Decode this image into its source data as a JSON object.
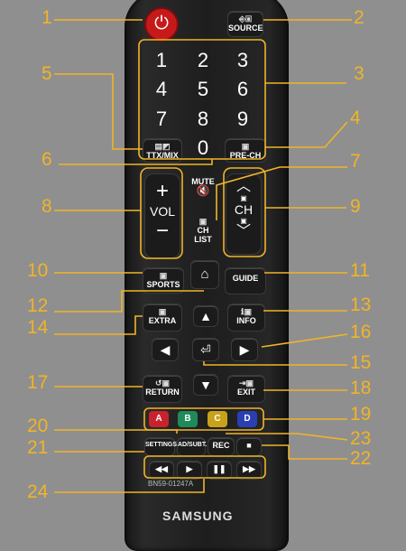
{
  "remote": {
    "brand": "SAMSUNG",
    "model": "BN59-01247A",
    "power_icon": "⏻",
    "digits": [
      "1",
      "2",
      "3",
      "4",
      "5",
      "6",
      "7",
      "8",
      "9",
      "0"
    ],
    "source_label": "SOURCE",
    "ttx_label": "TTX/MIX",
    "prech_label": "PRE-CH",
    "mute_label": "MUTE",
    "vol_label": "VOL",
    "ch_label": "CH",
    "chlist_label": "CH LIST",
    "sports_label": "SPORTS",
    "guide_label": "GUIDE",
    "extra_label": "EXTRA",
    "info_label": "INFO",
    "return_label": "RETURN",
    "exit_label": "EXIT",
    "settings_label": "SETTINGS",
    "adsubt_label": "AD/SUBT.",
    "rec_label": "REC",
    "color_buttons": [
      "A",
      "B",
      "C",
      "D"
    ]
  },
  "callouts": [
    "1",
    "2",
    "3",
    "4",
    "5",
    "6",
    "7",
    "8",
    "9",
    "10",
    "11",
    "12",
    "13",
    "14",
    "15",
    "16",
    "17",
    "18",
    "19",
    "20",
    "21",
    "22",
    "23",
    "24"
  ],
  "colors": {
    "callout": "#f0b428",
    "power": "#c61a1a",
    "a": "#c8232c",
    "b": "#1f8a5a",
    "c": "#c8a21a",
    "d": "#2b3fb0"
  }
}
